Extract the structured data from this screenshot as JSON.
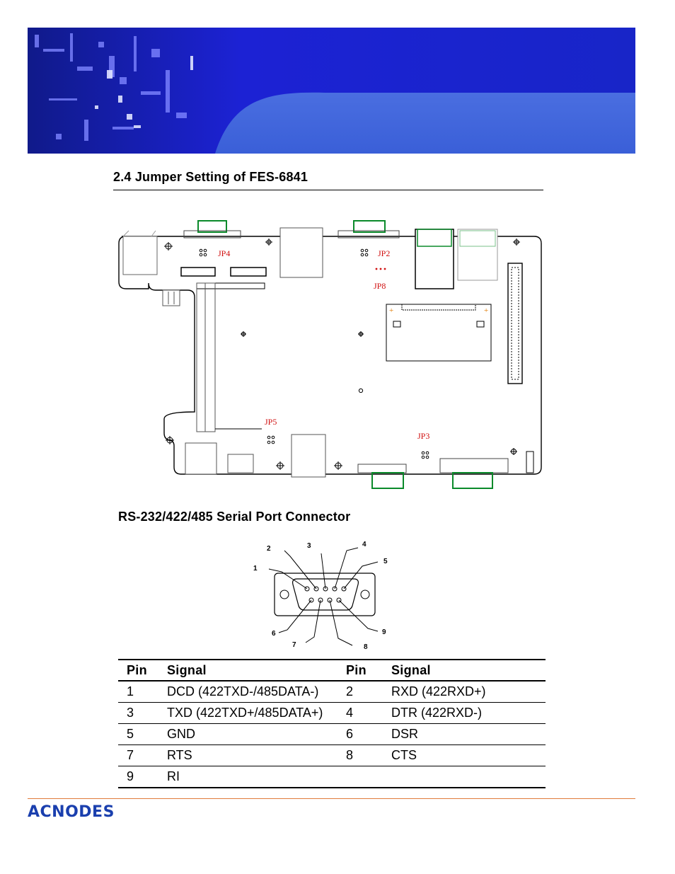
{
  "section_heading": "2.4 Jumper Setting of FES-6841",
  "board_labels": {
    "jp4": "JP4",
    "jp2": "JP2",
    "jp8": "JP8",
    "jp5": "JP5",
    "jp3": "JP3"
  },
  "connector_heading": "RS-232/422/485  Serial Port Connector",
  "pin_numbers": [
    "1",
    "2",
    "3",
    "4",
    "5",
    "6",
    "7",
    "8",
    "9"
  ],
  "table": {
    "headers": [
      "Pin",
      "Signal",
      "Pin",
      "Signal"
    ],
    "rows": [
      [
        "1",
        "DCD (422TXD-/485DATA-)",
        "2",
        "RXD (422RXD+)"
      ],
      [
        "3",
        "TXD (422TXD+/485DATA+)",
        "4",
        "DTR (422RXD-)"
      ],
      [
        "5",
        "GND",
        "6",
        "DSR"
      ],
      [
        "7",
        "RTS",
        "8",
        "CTS"
      ],
      [
        "9",
        "RI",
        "",
        ""
      ]
    ]
  },
  "footer": {
    "logo": "ACNODES"
  },
  "colors": {
    "banner_blue": "#1a22c8",
    "footer_rule": "#e07a3a",
    "logo": "#1a3fae",
    "jumper_red": "#d01010"
  }
}
